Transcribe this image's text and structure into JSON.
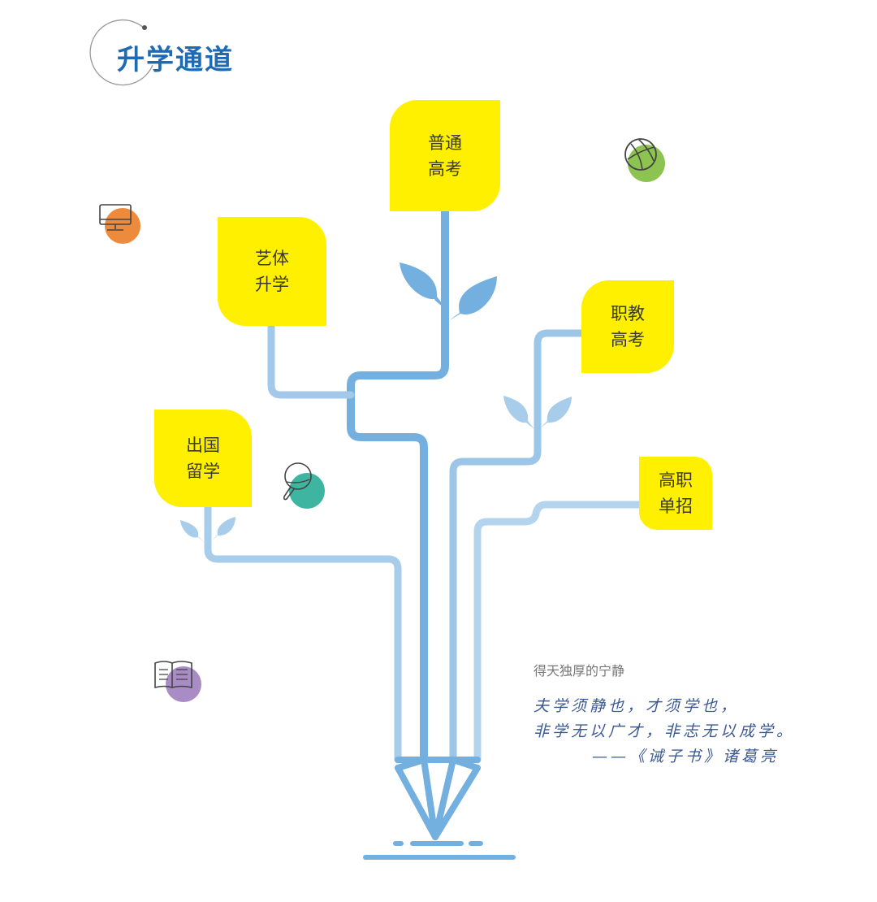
{
  "header": {
    "title": "升学通道"
  },
  "pathways": [
    {
      "id": "general",
      "line1": "普通",
      "line2": "高考"
    },
    {
      "id": "arts",
      "line1": "艺体",
      "line2": "升学"
    },
    {
      "id": "vocational",
      "line1": "职教",
      "line2": "高考"
    },
    {
      "id": "abroad",
      "line1": "出国",
      "line2": "留学"
    },
    {
      "id": "single",
      "line1": "高职",
      "line2": "单招"
    }
  ],
  "icons": [
    {
      "name": "monitor-icon",
      "color": "#ee8a3c"
    },
    {
      "name": "basketball-icon",
      "color": "#8dc350"
    },
    {
      "name": "ping-pong-paddle-icon",
      "color": "#3db5a0"
    },
    {
      "name": "open-book-icon",
      "color": "#a98cc6"
    }
  ],
  "quote": {
    "subtitle": "得天独厚的宁静",
    "line1": "夫学须静也，才须学也，",
    "line2": "非学无以广才，非志无以成学。",
    "attribution": "——《诫子书》诸葛亮"
  },
  "colors": {
    "card": "#fff000",
    "stem_dark": "#73b0e0",
    "stem_light": "#a8cdea",
    "title": "#1f6bb3"
  }
}
